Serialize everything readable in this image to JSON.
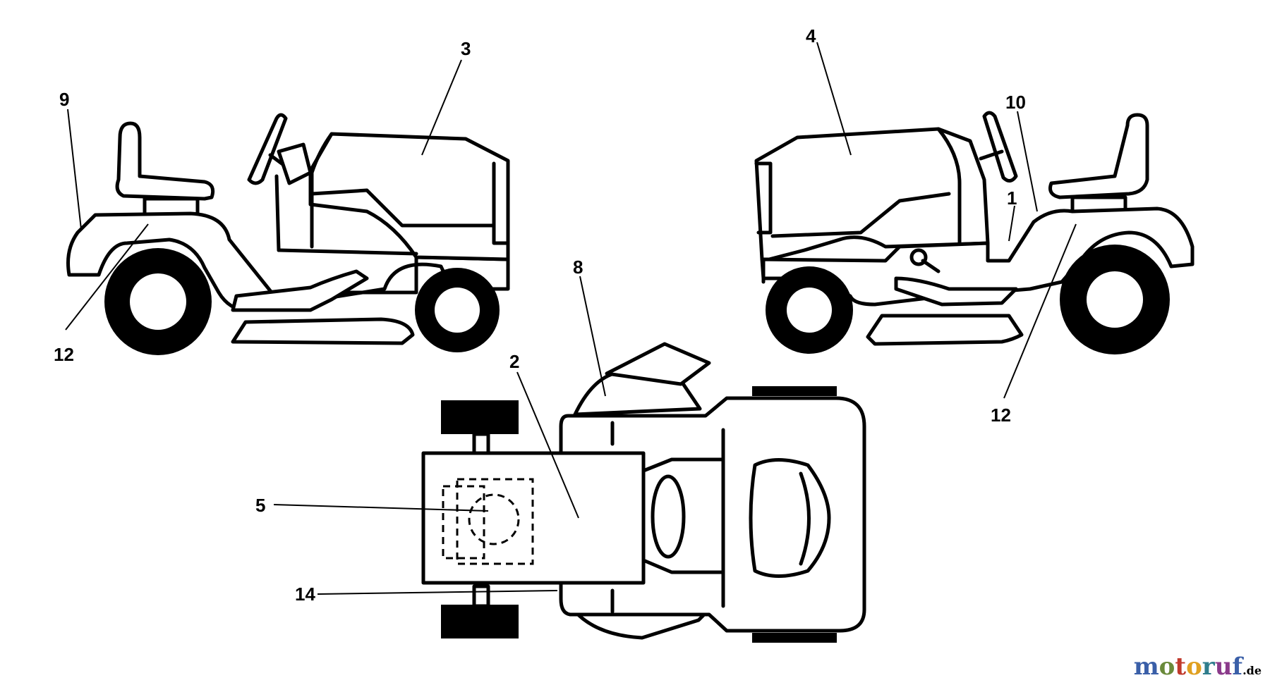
{
  "callouts": {
    "c1": "1",
    "c2": "2",
    "c3": "3",
    "c4": "4",
    "c5": "5",
    "c8": "8",
    "c9": "9",
    "c10": "10",
    "c12_left": "12",
    "c12_right": "12",
    "c14": "14"
  },
  "watermark": {
    "text": "motoruf",
    "tld": ".de",
    "colors": [
      "#3a5fa8",
      "#6a8a3a",
      "#c0392b",
      "#e0a020",
      "#2f7d8c",
      "#8a3a8a",
      "#3a5fa8"
    ]
  }
}
